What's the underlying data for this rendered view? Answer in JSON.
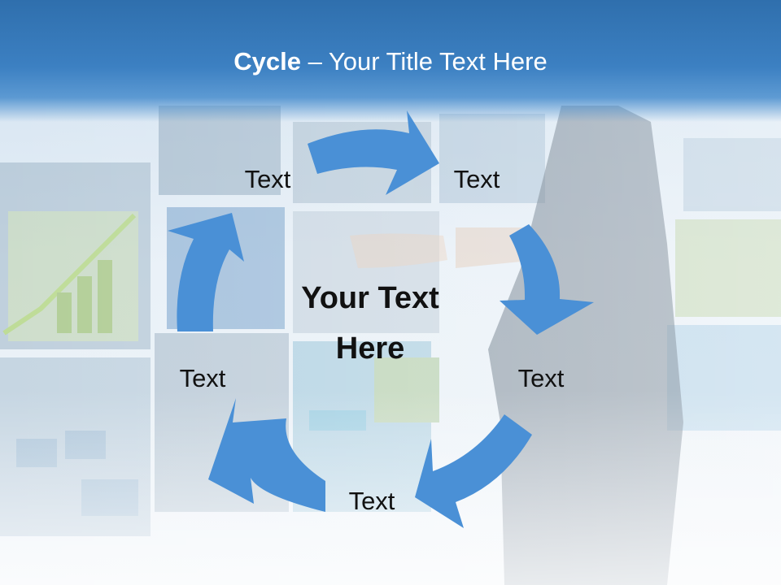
{
  "slide": {
    "title_bold": "Cycle",
    "title_rest": " – Your Title Text Here",
    "center_line1": "Your Text",
    "center_line2": "Here",
    "labels": [
      "Text",
      "Text",
      "Text",
      "Text",
      "Text"
    ]
  },
  "colors": {
    "header": "#3a7dbf",
    "arrow": "#4a90d6",
    "text": "#111111"
  },
  "icons": {
    "background": "business-media-wall-photo",
    "arrows": "cycle-arrow"
  }
}
